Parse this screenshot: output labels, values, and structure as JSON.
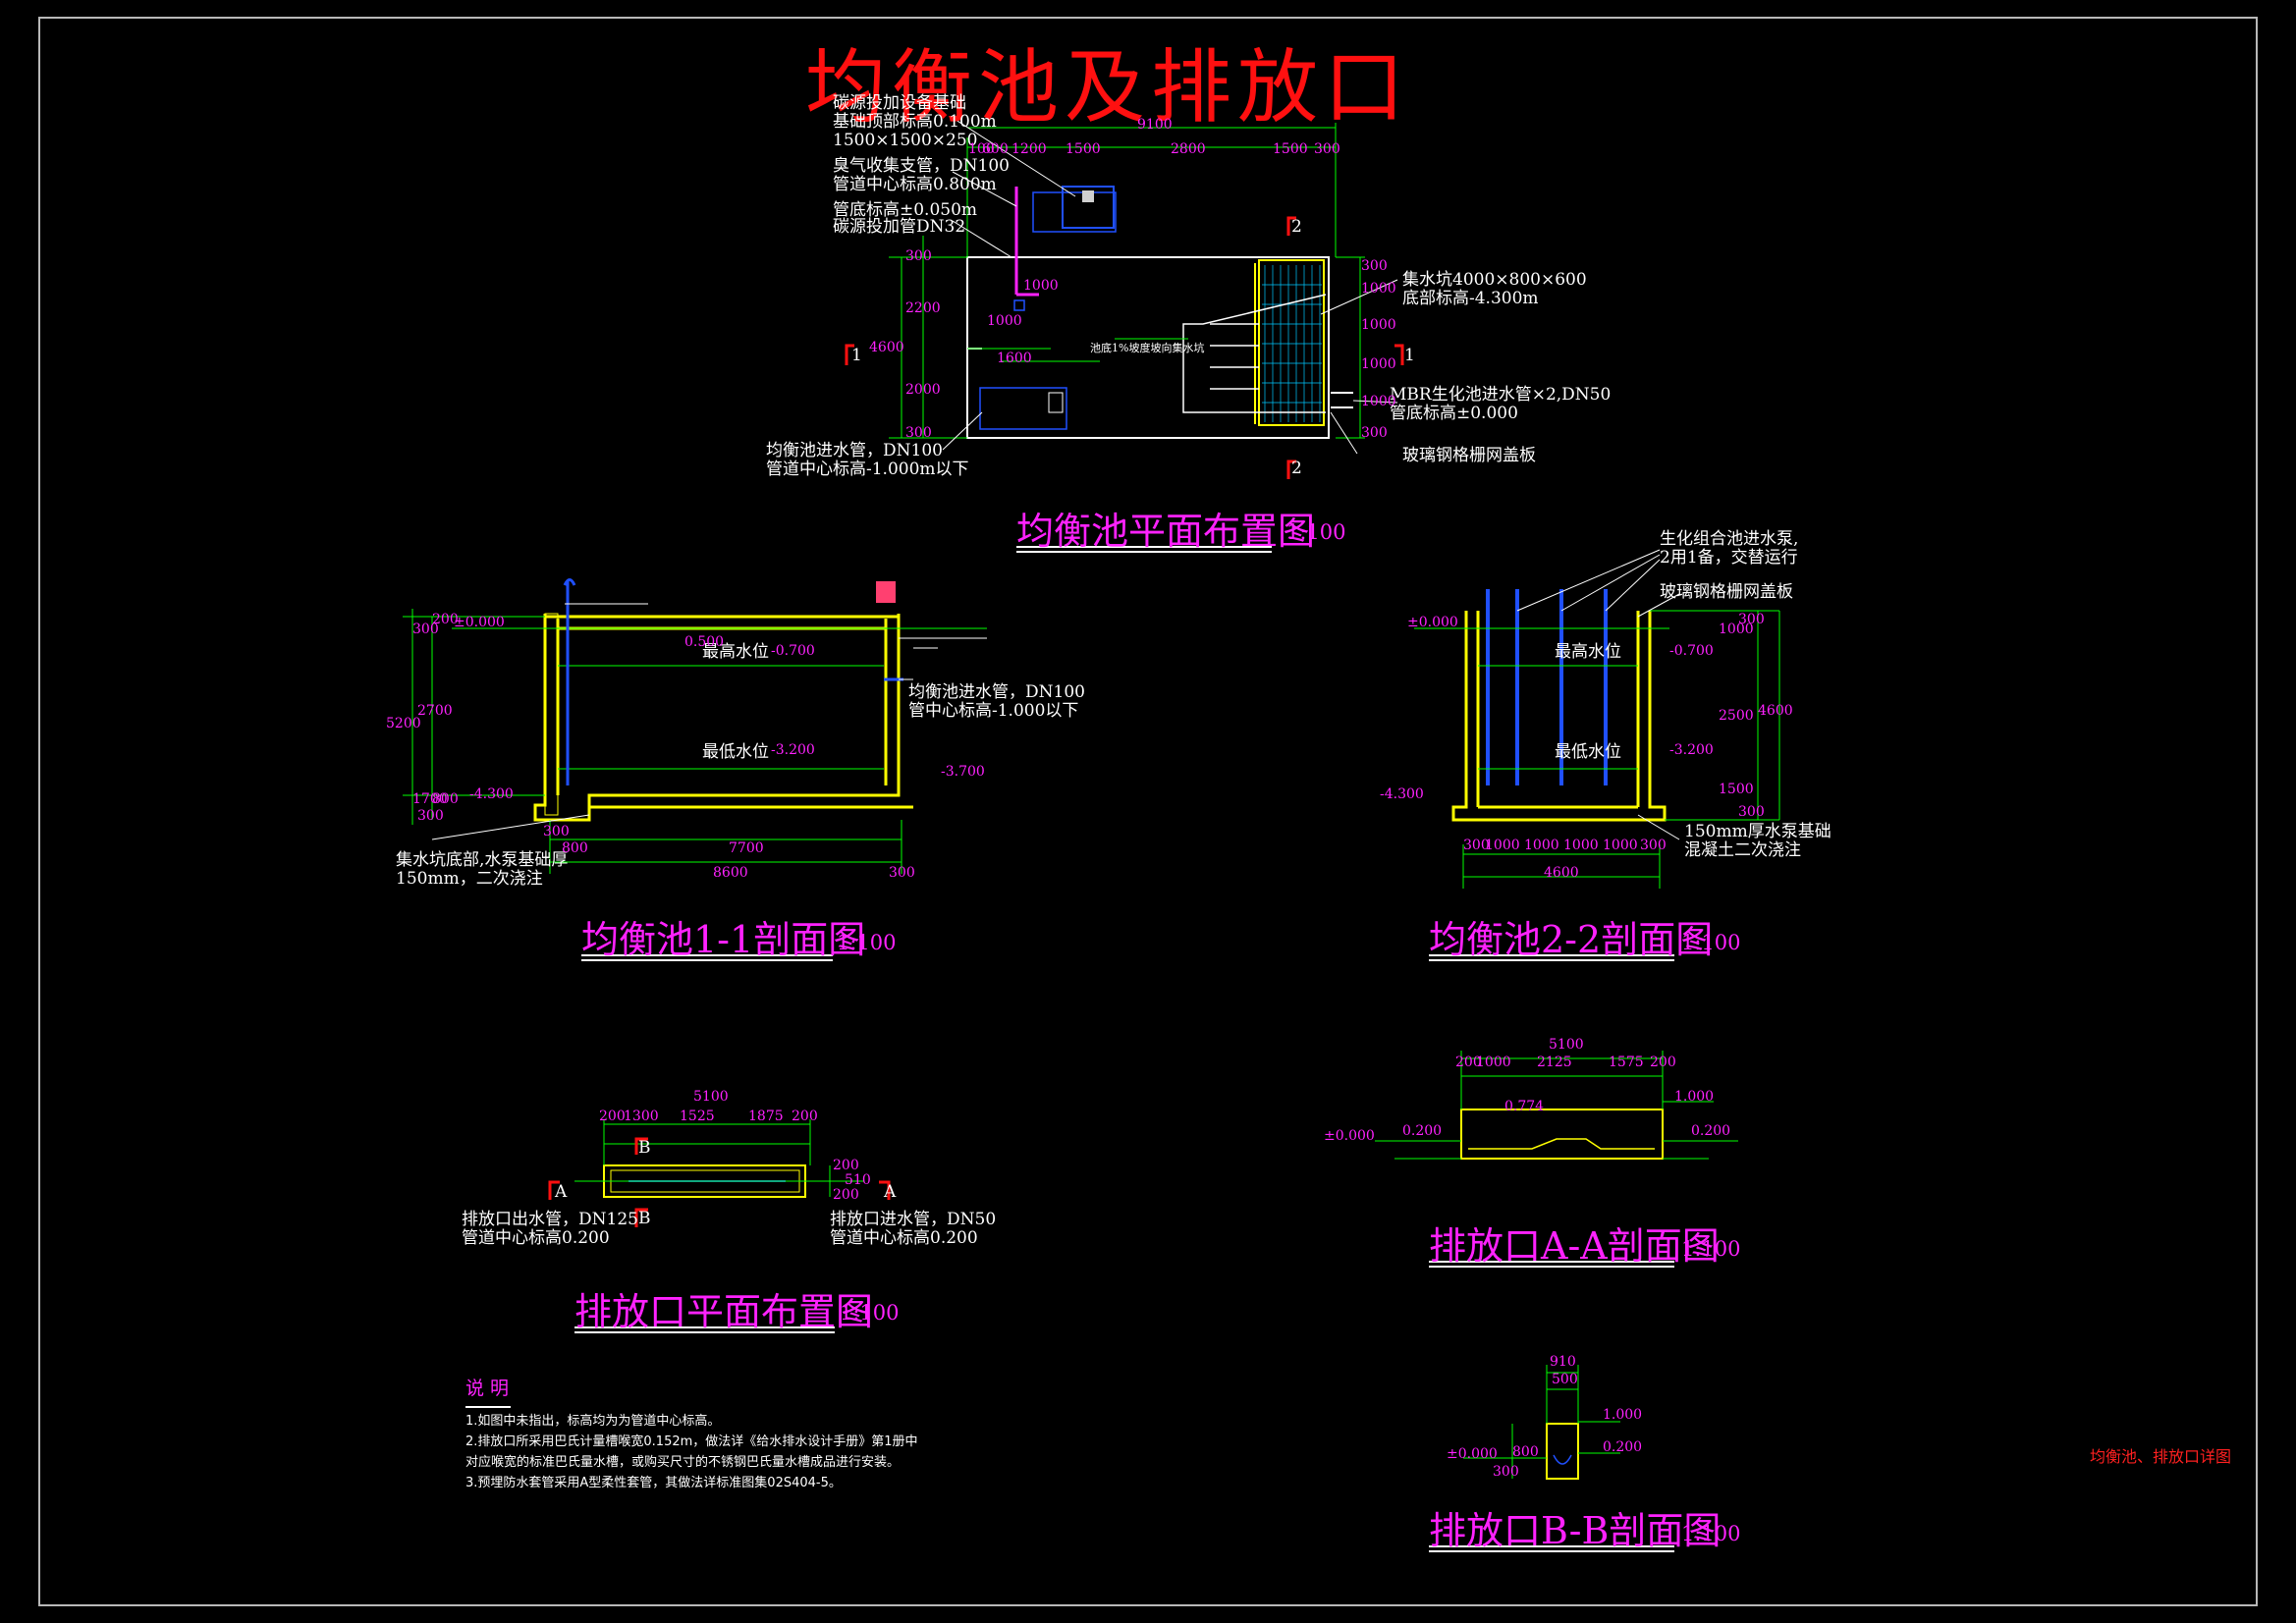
{
  "main_title": "均衡池及排放口",
  "drawing_code": "均衡池、排放口详图",
  "views": {
    "plan": {
      "title": "均衡池平面布置图",
      "scale": "1:100"
    },
    "section11": {
      "title": "均衡池1-1剖面图",
      "scale": "1:100"
    },
    "section22": {
      "title": "均衡池2-2剖面图",
      "scale": "1:100"
    },
    "outlet_plan": {
      "title": "排放口平面布置图",
      "scale": "1:100"
    },
    "outlet_aa": {
      "title": "排放口A-A剖面图",
      "scale": "1:100"
    },
    "outlet_bb": {
      "title": "排放口B-B剖面图",
      "scale": "1:100"
    }
  },
  "annotations": {
    "plan": [
      "碳源投加设备基础",
      "基础顶部标高0.100m",
      "1500×1500×250",
      "臭气收集支管，DN100",
      "管道中心标高0.800m",
      "管底标高±0.050m",
      "碳源投加管DN32",
      "集水坑4000×800×600",
      "底部标高-4.300m",
      "MBR生化池进水管×2,DN50",
      "管底标高±0.000",
      "均衡池进水管，DN100",
      "管道中心标高-1.000m以下",
      "玻璃钢格栅网盖板",
      "池底1%坡度坡向集水坑"
    ],
    "section11": [
      "最高水位",
      "最低水位",
      "均衡池进水管，DN100",
      "管中心标高-1.000以下",
      "集水坑底部,水泵基础厚",
      "150mm，二次浇注"
    ],
    "section22": [
      "生化组合池进水泵,",
      "2用1备，交替运行",
      "玻璃钢格栅网盖板",
      "最高水位",
      "最低水位",
      "150mm厚水泵基础",
      "混凝土二次浇注"
    ],
    "outlet": [
      "排放口出水管，DN125",
      "管道中心标高0.200",
      "排放口进水管，DN50",
      "管道中心标高0.200"
    ]
  },
  "dimensions": {
    "plan_top": [
      "9100",
      "100",
      "600",
      "1200",
      "1500",
      "2800",
      "1500",
      "300"
    ],
    "plan_left": [
      "300",
      "2200",
      "4600",
      "2000",
      "300"
    ],
    "plan_right": [
      "300",
      "1000",
      "1000",
      "1000",
      "1000",
      "300"
    ],
    "plan_inner": [
      "1000",
      "1000",
      "1600"
    ],
    "s11_bottom": [
      "800",
      "7700",
      "8600",
      "300",
      "300"
    ],
    "s11_left": [
      "5200",
      "300",
      "200",
      "2700",
      "1700",
      "800",
      "300"
    ],
    "s11_levels": [
      "±0.000",
      "0.500",
      "-0.700",
      "-3.200",
      "-4.300",
      "-3.700"
    ],
    "s22_bottom": [
      "300",
      "1000",
      "1000",
      "1000",
      "1000",
      "300",
      "4600"
    ],
    "s22_right": [
      "4600",
      "2500",
      "1000",
      "300",
      "1500",
      "300"
    ],
    "s22_levels": [
      "±0.000",
      "-0.700",
      "-3.200",
      "-4.300"
    ],
    "op_top": [
      "5100",
      "200",
      "1300",
      "1525",
      "1875",
      "200"
    ],
    "op_right": [
      "200",
      "510",
      "200"
    ],
    "aa_top": [
      "5100",
      "200",
      "1000",
      "2125",
      "1575",
      "200"
    ],
    "aa_levels": [
      "±0.000",
      "0.200",
      "0.774",
      "1.000",
      "0.200"
    ],
    "bb_top": [
      "910",
      "500"
    ],
    "bb_left": [
      "300",
      "800"
    ],
    "bb_levels": [
      "±0.000",
      "1.000",
      "0.200"
    ]
  },
  "section_marks": [
    "1",
    "1",
    "2",
    "2",
    "A",
    "A",
    "B",
    "B"
  ],
  "notes": {
    "heading": "说  明",
    "items": [
      "1.如图中未指出，标高均为为管道中心标高。",
      "2.排放口所采用巴氏计量槽喉宽0.152m，做法详《给水排水设计手册》第1册中",
      "对应喉宽的标准巴氏量水槽，或购买尺寸的不锈钢巴氏量水槽成品进行安装。",
      "3.预埋防水套管采用A型柔性套管，其做法详标准图集02S404-5。"
    ]
  },
  "colors": {
    "background": "#000000",
    "title_red": "#ff1010",
    "subtitle_magenta": "#ff22ff",
    "wall_yellow": "#ffff00",
    "dim_green": "#00ff00",
    "pipe_blue": "#2040ff",
    "text_white": "#ffffff",
    "hatch_cyan": "#00ffff"
  }
}
